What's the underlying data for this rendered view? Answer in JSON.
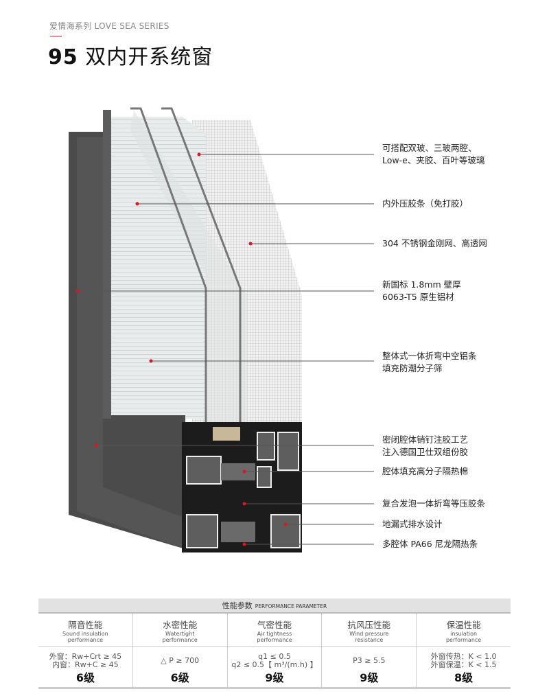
{
  "header": {
    "series": "爱情海系列 LOVE SEA SERIES",
    "title_number": "95",
    "title_text": "双内开系统窗"
  },
  "annotations": [
    {
      "lines": [
        "可搭配双玻、三玻两腔、",
        "Low-e、夹胶、百叶等玻璃"
      ]
    },
    {
      "lines": [
        "内外压胶条（免打胶）"
      ]
    },
    {
      "lines": [
        "304 不锈钢金刚网、高透网"
      ]
    },
    {
      "lines": [
        "新国标 1.8mm 壁厚",
        "6063-T5 原生铝材"
      ]
    },
    {
      "lines": [
        "整体式一体折弯中空铝条",
        "填充防潮分子筛"
      ]
    },
    {
      "lines": [
        "密闭腔体销钉注胶工艺",
        "注入德国卫仕双组份胶"
      ]
    },
    {
      "lines": [
        "腔体填充高分子隔热棉"
      ]
    },
    {
      "lines": [
        "复合发泡一体折弯等压胶条"
      ]
    },
    {
      "lines": [
        "地漏式排水设计"
      ]
    },
    {
      "lines": [
        "多腔体 PA66 尼龙隔热条"
      ]
    }
  ],
  "table": {
    "title_cn": "性能参数",
    "title_en": "PERFORMANCE PARAMETER",
    "columns": [
      {
        "cn": "隔音性能",
        "en1": "Sound insulation",
        "en2": "performance",
        "v1": "外窗：Rw+Crt ≥ 45",
        "v2": "内窗：Rw+C ≥ 45",
        "level": "6级"
      },
      {
        "cn": "水密性能",
        "en1": "Watertight",
        "en2": "performance",
        "v1": "△ P ≥ 700",
        "v2": "",
        "level": "6级"
      },
      {
        "cn": "气密性能",
        "en1": "Air tightness",
        "en2": "performance",
        "v1": "q1 ≤ 0.5",
        "v2": "q2 ≤ 0.5【 m³/(m.h) 】",
        "level": "9级"
      },
      {
        "cn": "抗风压性能",
        "en1": "Wind pressure",
        "en2": "resistance",
        "v1": "P3 ≥ 5.5",
        "v2": "",
        "level": "9级"
      },
      {
        "cn": "保温性能",
        "en1": "insulation",
        "en2": "performance",
        "v1": "外窗传热：K < 1.0",
        "v2": "外窗保温：K < 1.5",
        "level": "8级"
      }
    ]
  },
  "colors": {
    "accent": "#e0141e",
    "frame": "#4a4a4a"
  }
}
